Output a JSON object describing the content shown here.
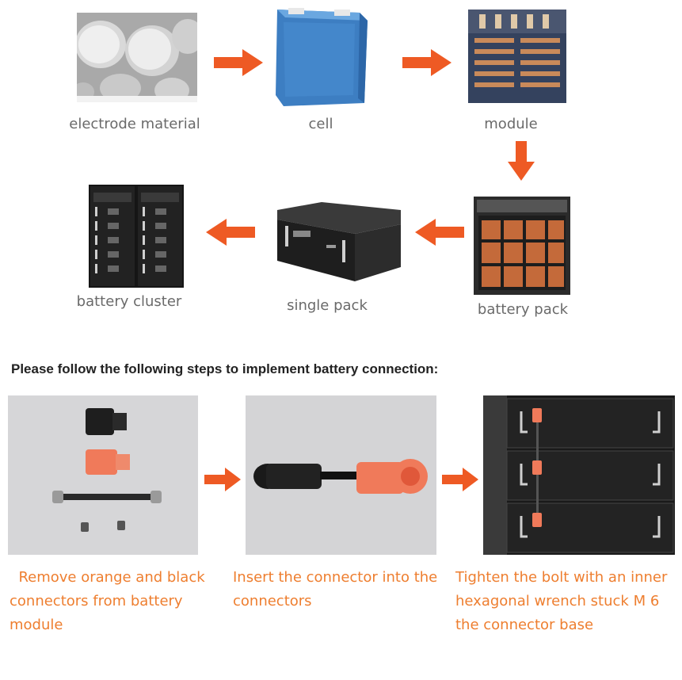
{
  "flow": {
    "labels": {
      "electrode_material": "electrode material",
      "cell": "cell",
      "module": "module",
      "battery_pack": "battery pack",
      "single_pack": "single pack",
      "battery_cluster": "battery cluster"
    }
  },
  "instructions": {
    "heading": "Please follow the following steps to implement battery connection:",
    "steps": [
      {
        "text": "  Remove orange and black connectors from battery module"
      },
      {
        "text": "Insert the connector into the connectors"
      },
      {
        "text": "Tighten the bolt with an inner hexagonal wrench stuck M 6 the connector base"
      }
    ]
  },
  "colors": {
    "arrow": "#ee5a24",
    "step_text": "#ee7e2f"
  }
}
